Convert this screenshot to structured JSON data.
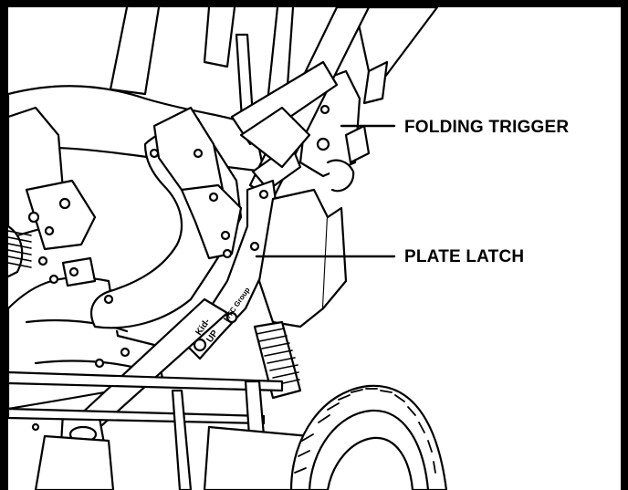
{
  "callouts": [
    {
      "label": "FOLDING TRIGGER"
    },
    {
      "label": "PLATE LATCH"
    }
  ],
  "frame_text": {
    "brand_line_1": "Kid-",
    "brand_line_2": "UP",
    "brand_line_3": "MTC Group"
  },
  "colors": {
    "line": "#000000",
    "fill": "#ffffff",
    "frame": "#000000"
  }
}
